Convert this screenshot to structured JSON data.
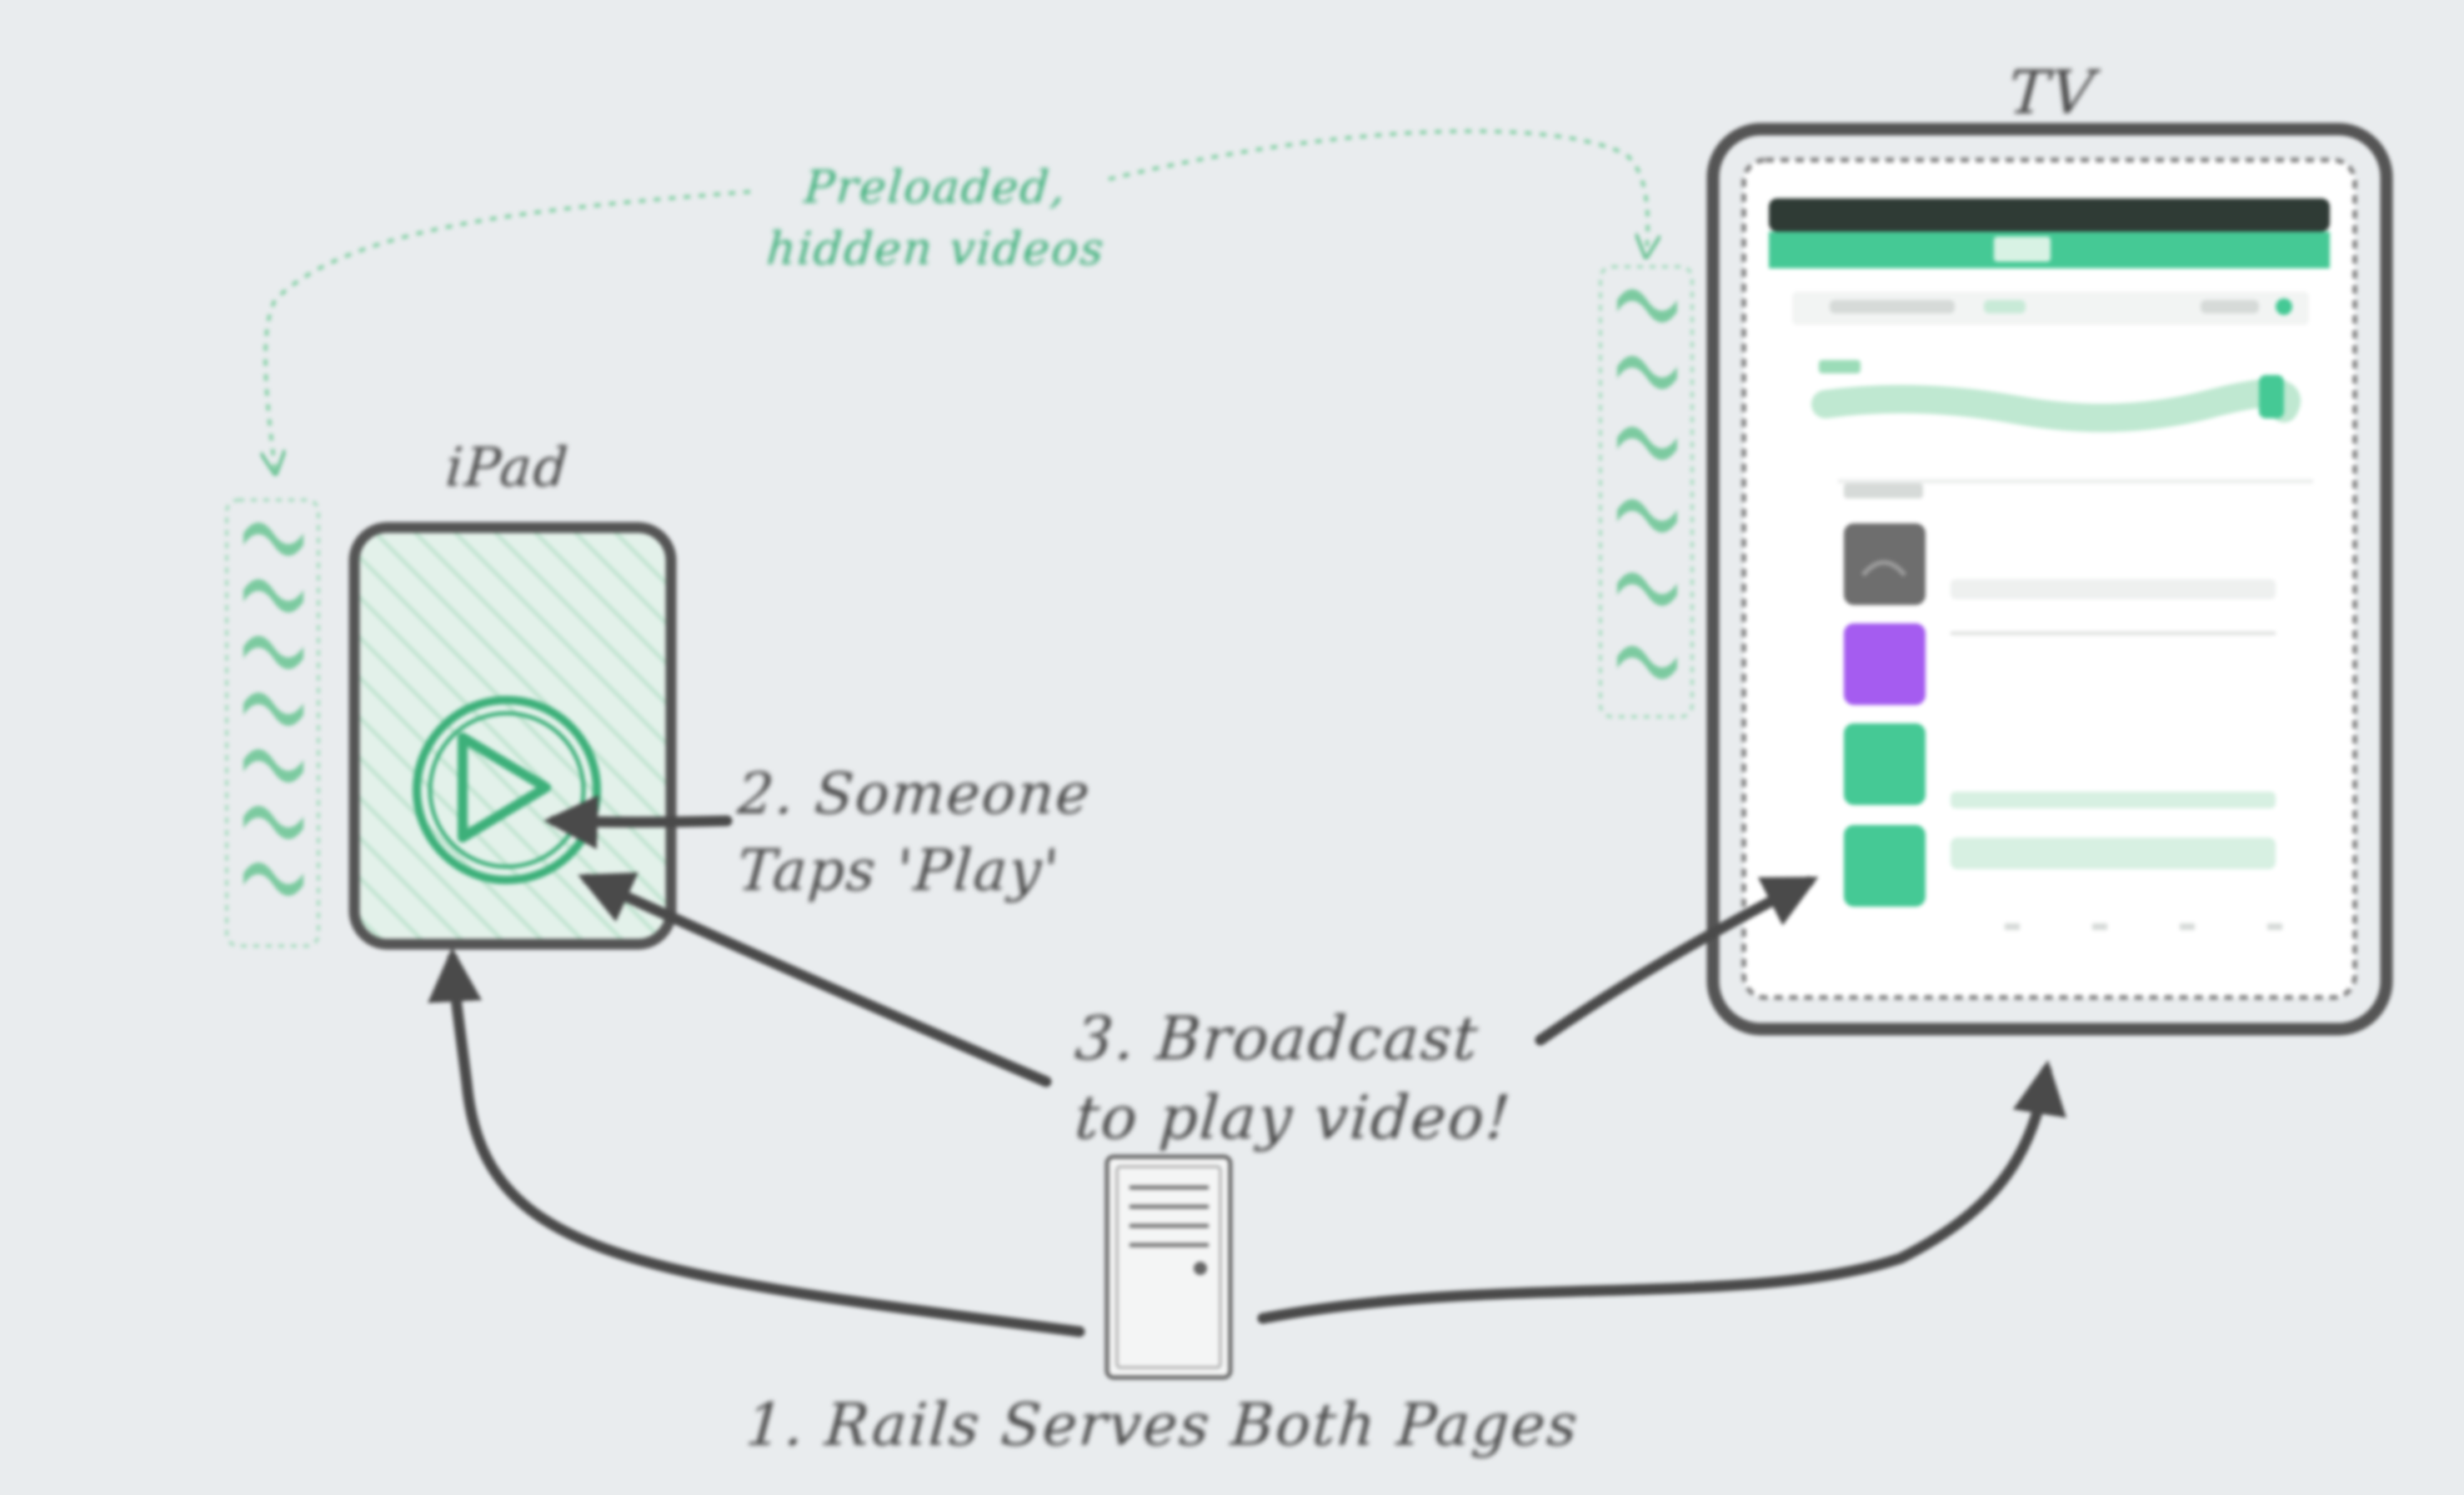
{
  "labels": {
    "ipad": "iPad",
    "tv": "TV",
    "preloaded_line1": "Preloaded,",
    "preloaded_line2": "hidden videos",
    "tap_line1": "2. Someone",
    "tap_line2": "Taps 'Play'",
    "broadcast_line1": "3. Broadcast",
    "broadcast_line2": "to play video!",
    "rails": "1. Rails Serves Both Pages"
  },
  "colors": {
    "background": "#e9ecee",
    "ink": "#4a4a4a",
    "accent_green": "#3db07a",
    "tile_gray": "#6e6e6e",
    "tile_purple": "#a55cf0",
    "tile_green": "#45c995",
    "header_dark": "#2f3b35"
  },
  "icons": {
    "play": "play-icon",
    "server": "server-icon",
    "video_stack": "video-stack-icon"
  }
}
